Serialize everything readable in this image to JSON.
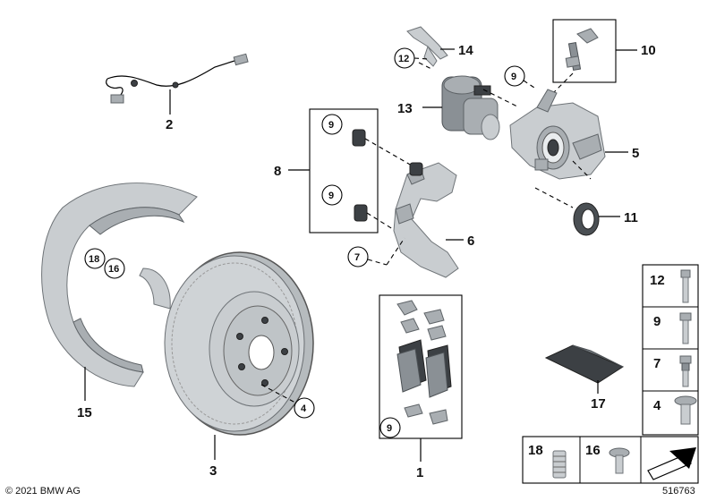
{
  "labels": {
    "l1": "1",
    "l2": "2",
    "l3": "3",
    "l4": "4",
    "l5": "5",
    "l6": "6",
    "l7": "7",
    "l8": "8",
    "l9a": "9",
    "l9b": "9",
    "l9c": "9",
    "l9d": "9",
    "l10": "10",
    "l11": "11",
    "l12": "12",
    "l13": "13",
    "l14": "14",
    "l15": "15",
    "l16": "16",
    "l17": "17",
    "l18": "18"
  },
  "hardware_panel": {
    "h12": "12",
    "h9": "9",
    "h7": "7",
    "h4": "4"
  },
  "bottom_panel": {
    "b18": "18",
    "b16": "16"
  },
  "footer": {
    "copyright": "© 2021 BMW AG",
    "diagram_number": "516763"
  }
}
